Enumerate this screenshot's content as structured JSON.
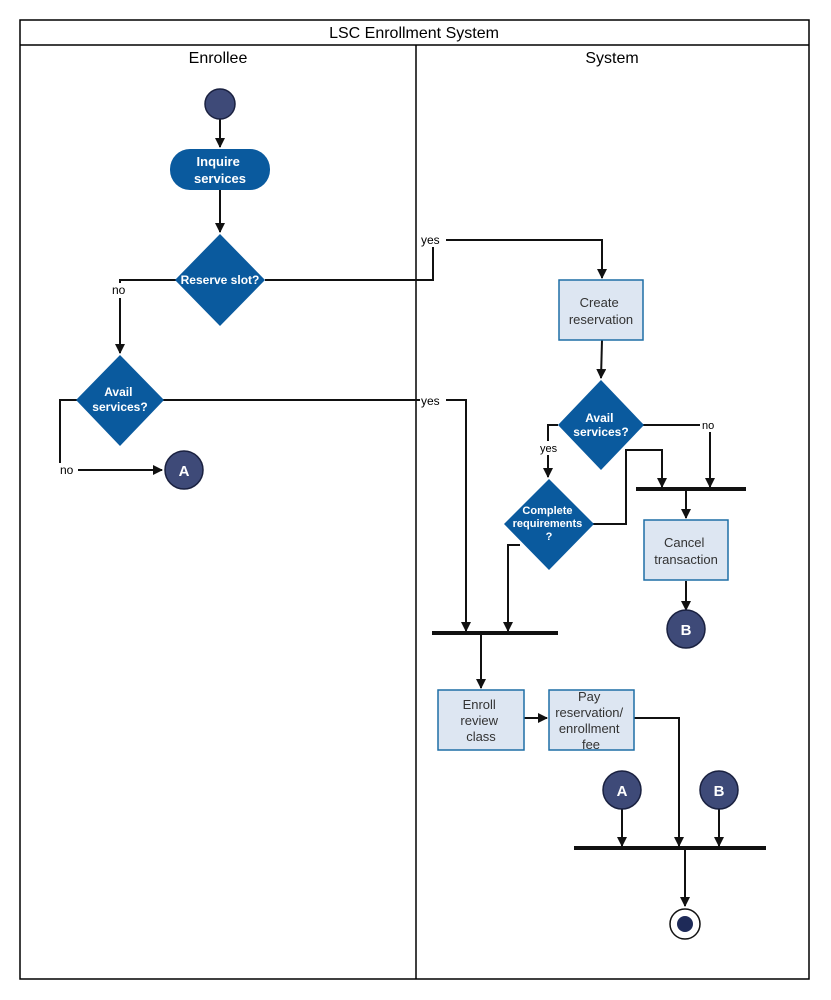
{
  "title": "LSC Enrollment System",
  "lanes": {
    "left": "Enrollee",
    "right": "System"
  },
  "nodes": {
    "inquire": [
      "Inquire",
      "services"
    ],
    "reserve_slot": "Reserve slot?",
    "avail_left": [
      "Avail",
      "services?"
    ],
    "create_reservation": [
      "Create",
      "reservation"
    ],
    "avail_right": [
      "Avail",
      "services?"
    ],
    "complete_req": [
      "Complete",
      "requirements",
      "?"
    ],
    "cancel": [
      "Cancel",
      "transaction"
    ],
    "enroll": [
      "Enroll",
      "review",
      "class"
    ],
    "pay": [
      "Pay",
      "reservation/",
      "enrollment",
      "fee"
    ]
  },
  "connectors": {
    "a": "A",
    "b": "B"
  },
  "edge_labels": {
    "reserve_yes": "yes",
    "reserve_no": "no",
    "avail_left_yes": "yes",
    "avail_left_no": "no",
    "avail_right_yes": "yes",
    "avail_right_no": "no"
  },
  "colors": {
    "node_fill": "#0a5a9e",
    "start_fill": "#3e4a78",
    "box_fill": "#dde6f2",
    "box_stroke": "#1e6fa6",
    "line": "#111111"
  }
}
